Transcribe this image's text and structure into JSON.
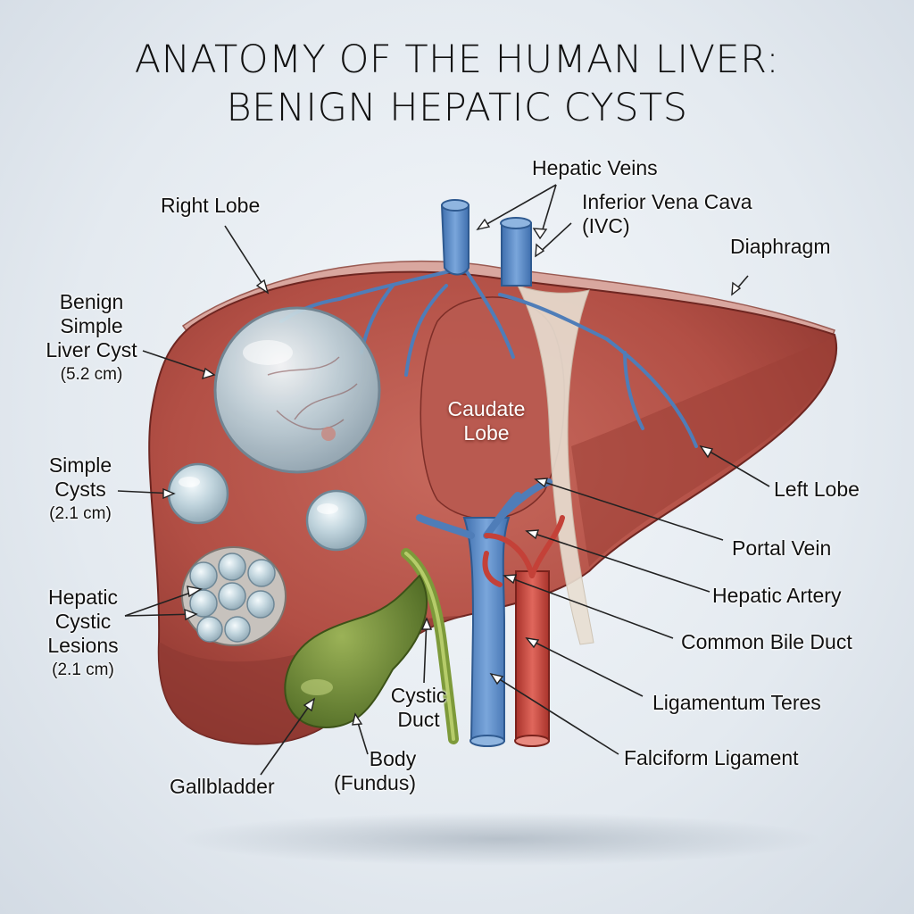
{
  "title": {
    "line1": "ANATOMY OF THE HUMAN LIVER:",
    "line2": "BENIGN HEPATIC CYSTS"
  },
  "labels": {
    "hepatic_veins": "Hepatic Veins",
    "ivc_line1": "Inferior Vena Cava",
    "ivc_line2": "(IVC)",
    "right_lobe": "Right Lobe",
    "diaphragm": "Diaphragm",
    "benign_cyst": [
      "Benign",
      "Simple",
      "Liver Cyst",
      "(5.2 cm)"
    ],
    "caudate_lobe": [
      "Caudate",
      "Lobe"
    ],
    "simple_cysts": [
      "Simple",
      "Cysts",
      "(2.1 cm)"
    ],
    "left_lobe": "Left Lobe",
    "portal_vein": "Portal Vein",
    "hepatic_cystic_lesions": [
      "Hepatic",
      "Cystic",
      "Lesions",
      "(2.1 cm)"
    ],
    "hepatic_artery": "Hepatic Artery",
    "common_bile_duct": "Common Bile Duct",
    "cystic_duct": [
      "Cystic",
      "Duct"
    ],
    "ligamentum_teres": "Ligamentum Teres",
    "body_fundus": [
      "Body",
      "(Fundus)"
    ],
    "falciform_ligament": "Falciform Ligament",
    "gallbladder": "Gallbladder"
  },
  "colors": {
    "liver": "#b4534a",
    "liver_dark": "#7e2e28",
    "vein": "#5a8cc8",
    "artery": "#c94a40",
    "gallbladder": "#6d8a36",
    "cyst": "#c9dde6",
    "ligament": "#e6ddd0"
  }
}
